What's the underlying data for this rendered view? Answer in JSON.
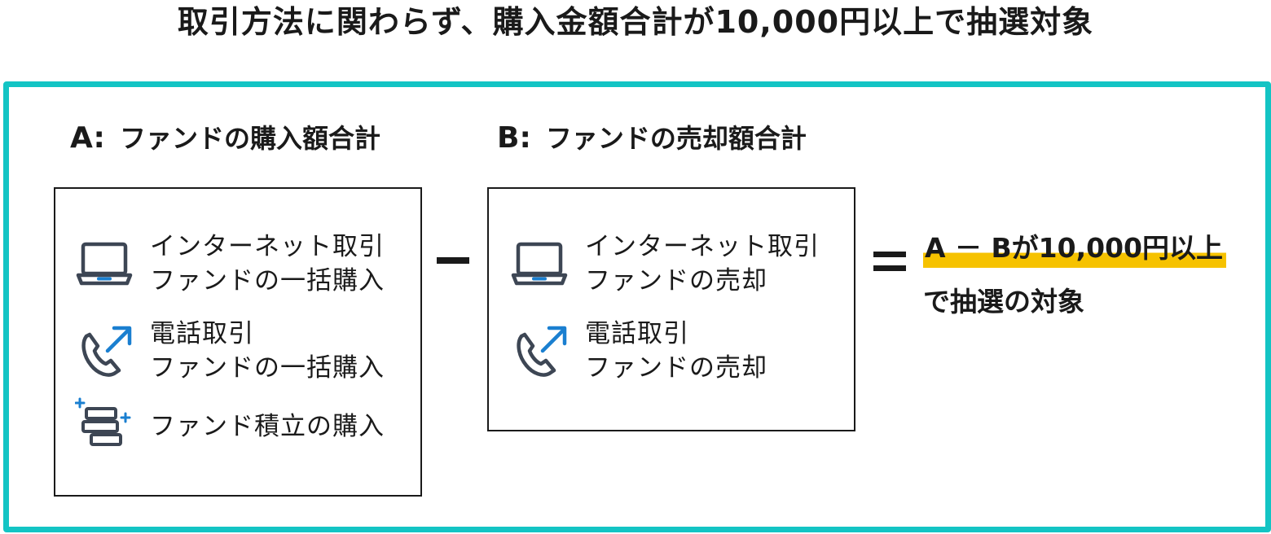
{
  "title": "取引方法に関わらず、購入金額合計が10,000円以上で抽選対象",
  "colors": {
    "frame": "#13c4c4",
    "highlight": "#f6c200",
    "icon_blue": "#1a7fd0",
    "icon_gray": "#3d4654"
  },
  "section_a": {
    "letter": "A:",
    "label": "ファンドの購入額合計",
    "items": [
      {
        "icon": "laptop-icon",
        "line1": "インターネット取引",
        "line2": "ファンドの一括購入"
      },
      {
        "icon": "phone-icon",
        "line1": "電話取引",
        "line2": "ファンドの一括購入"
      },
      {
        "icon": "stack-plus-icon",
        "line1": "ファンド積立の購入"
      }
    ]
  },
  "section_b": {
    "letter": "B:",
    "label": "ファンドの売却額合計",
    "items": [
      {
        "icon": "laptop-icon",
        "line1": "インターネット取引",
        "line2": "ファンドの売却"
      },
      {
        "icon": "phone-icon",
        "line1": "電話取引",
        "line2": "ファンドの売却"
      }
    ]
  },
  "result": {
    "line1": "A － Bが10,000円以上",
    "line2": "で抽選の対象"
  }
}
